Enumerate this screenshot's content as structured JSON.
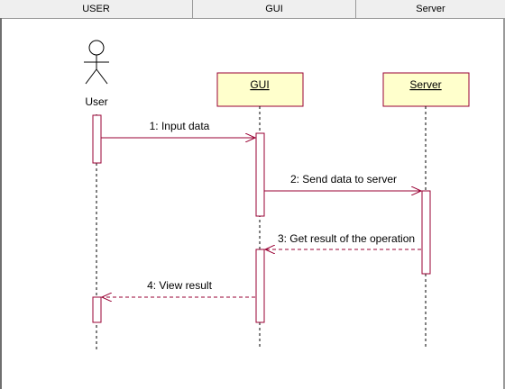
{
  "columns": [
    "USER",
    "GUI",
    "Server"
  ],
  "actor": {
    "name": "User"
  },
  "objects": [
    {
      "name": "GUI",
      "fill": "#ffffcc",
      "border": "#990033"
    },
    {
      "name": "Server",
      "fill": "#ffffcc",
      "border": "#990033"
    }
  ],
  "messages": [
    {
      "label": "1: Input data",
      "type": "sync",
      "from": "User",
      "to": "GUI"
    },
    {
      "label": "2: Send data to server",
      "type": "sync",
      "from": "GUI",
      "to": "Server"
    },
    {
      "label": "3: Get result of the operation",
      "type": "return",
      "from": "Server",
      "to": "GUI"
    },
    {
      "label": "4: View result",
      "type": "return",
      "from": "GUI",
      "to": "User"
    }
  ],
  "colors": {
    "activation_fill": "#ffffff",
    "activation_border": "#990033",
    "line": "#990033",
    "lifeline": "#000000"
  }
}
